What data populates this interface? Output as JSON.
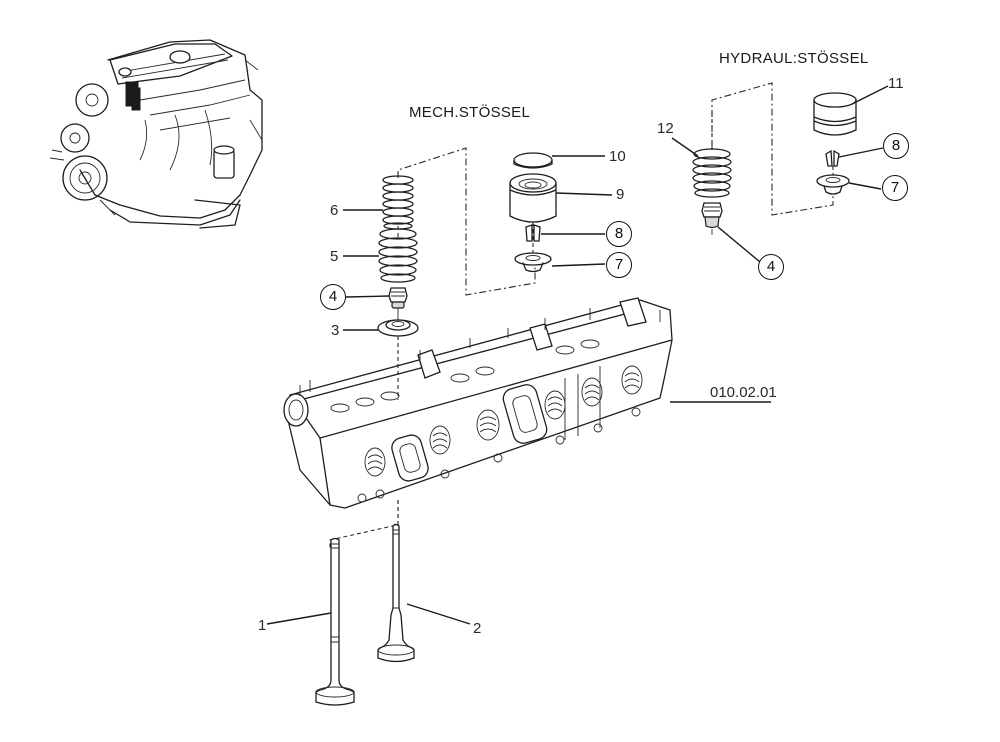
{
  "diagram": {
    "reference_number": "010.02.01",
    "sections": {
      "mechanical": {
        "title": "MECH.STÖSSEL"
      },
      "hydraulic": {
        "title": "HYDRAUL:STÖSSEL"
      }
    },
    "callouts": {
      "c1": "1",
      "c2": "2",
      "c3": "3",
      "c4_mech": "4",
      "c5": "5",
      "c6": "6",
      "c7_mech": "7",
      "c8_mech": "8",
      "c9": "9",
      "c10": "10",
      "c11": "11",
      "c12": "12",
      "c4_hyd": "4",
      "c7_hyd": "7",
      "c8_hyd": "8"
    },
    "colors": {
      "ink": "#1e1e1e",
      "paper": "#ffffff",
      "highlight": "#1a1a1a"
    }
  }
}
